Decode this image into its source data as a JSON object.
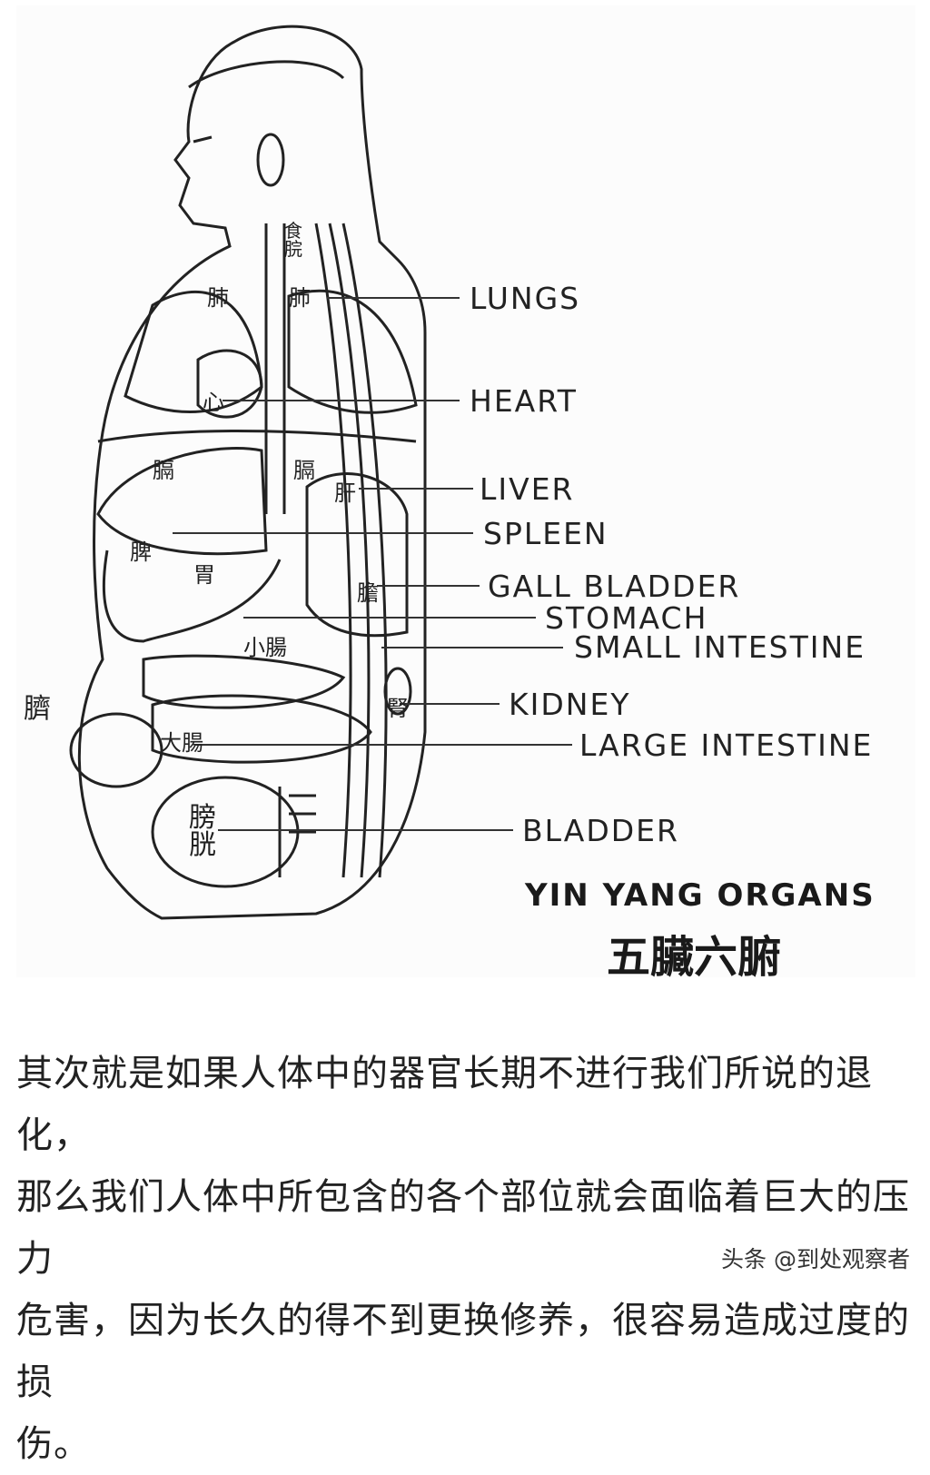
{
  "figure": {
    "labels": {
      "lungs": "LUNGS",
      "heart": "HEART",
      "liver": "LIVER",
      "spleen": "SPLEEN",
      "gall_bladder": "GALL BLADDER",
      "stomach": "STOMACH",
      "small_intestine": "SMALL INTESTINE",
      "kidney": "KIDNEY",
      "large_intestine": "LARGE INTESTINE",
      "bladder": "BLADDER"
    },
    "title_en": "YIN YANG ORGANS",
    "title_cn": "五臟六腑",
    "organ_cn": [
      "肺",
      "肺",
      "心",
      "膈",
      "膈",
      "肝",
      "胃",
      "脾",
      "膽",
      "小腸",
      "大腸",
      "腎",
      "膀胱",
      "臍",
      "食脘"
    ]
  },
  "article": {
    "lines": [
      "其次就是如果人体中的器官长期不进行我们所说的退化，",
      "那么我们人体中所包含的各个部位就会面临着巨大的压力",
      "危害，因为长久的得不到更换修养，很容易造成过度的损",
      "伤。"
    ],
    "watermark": "头条 @到处观察者"
  }
}
